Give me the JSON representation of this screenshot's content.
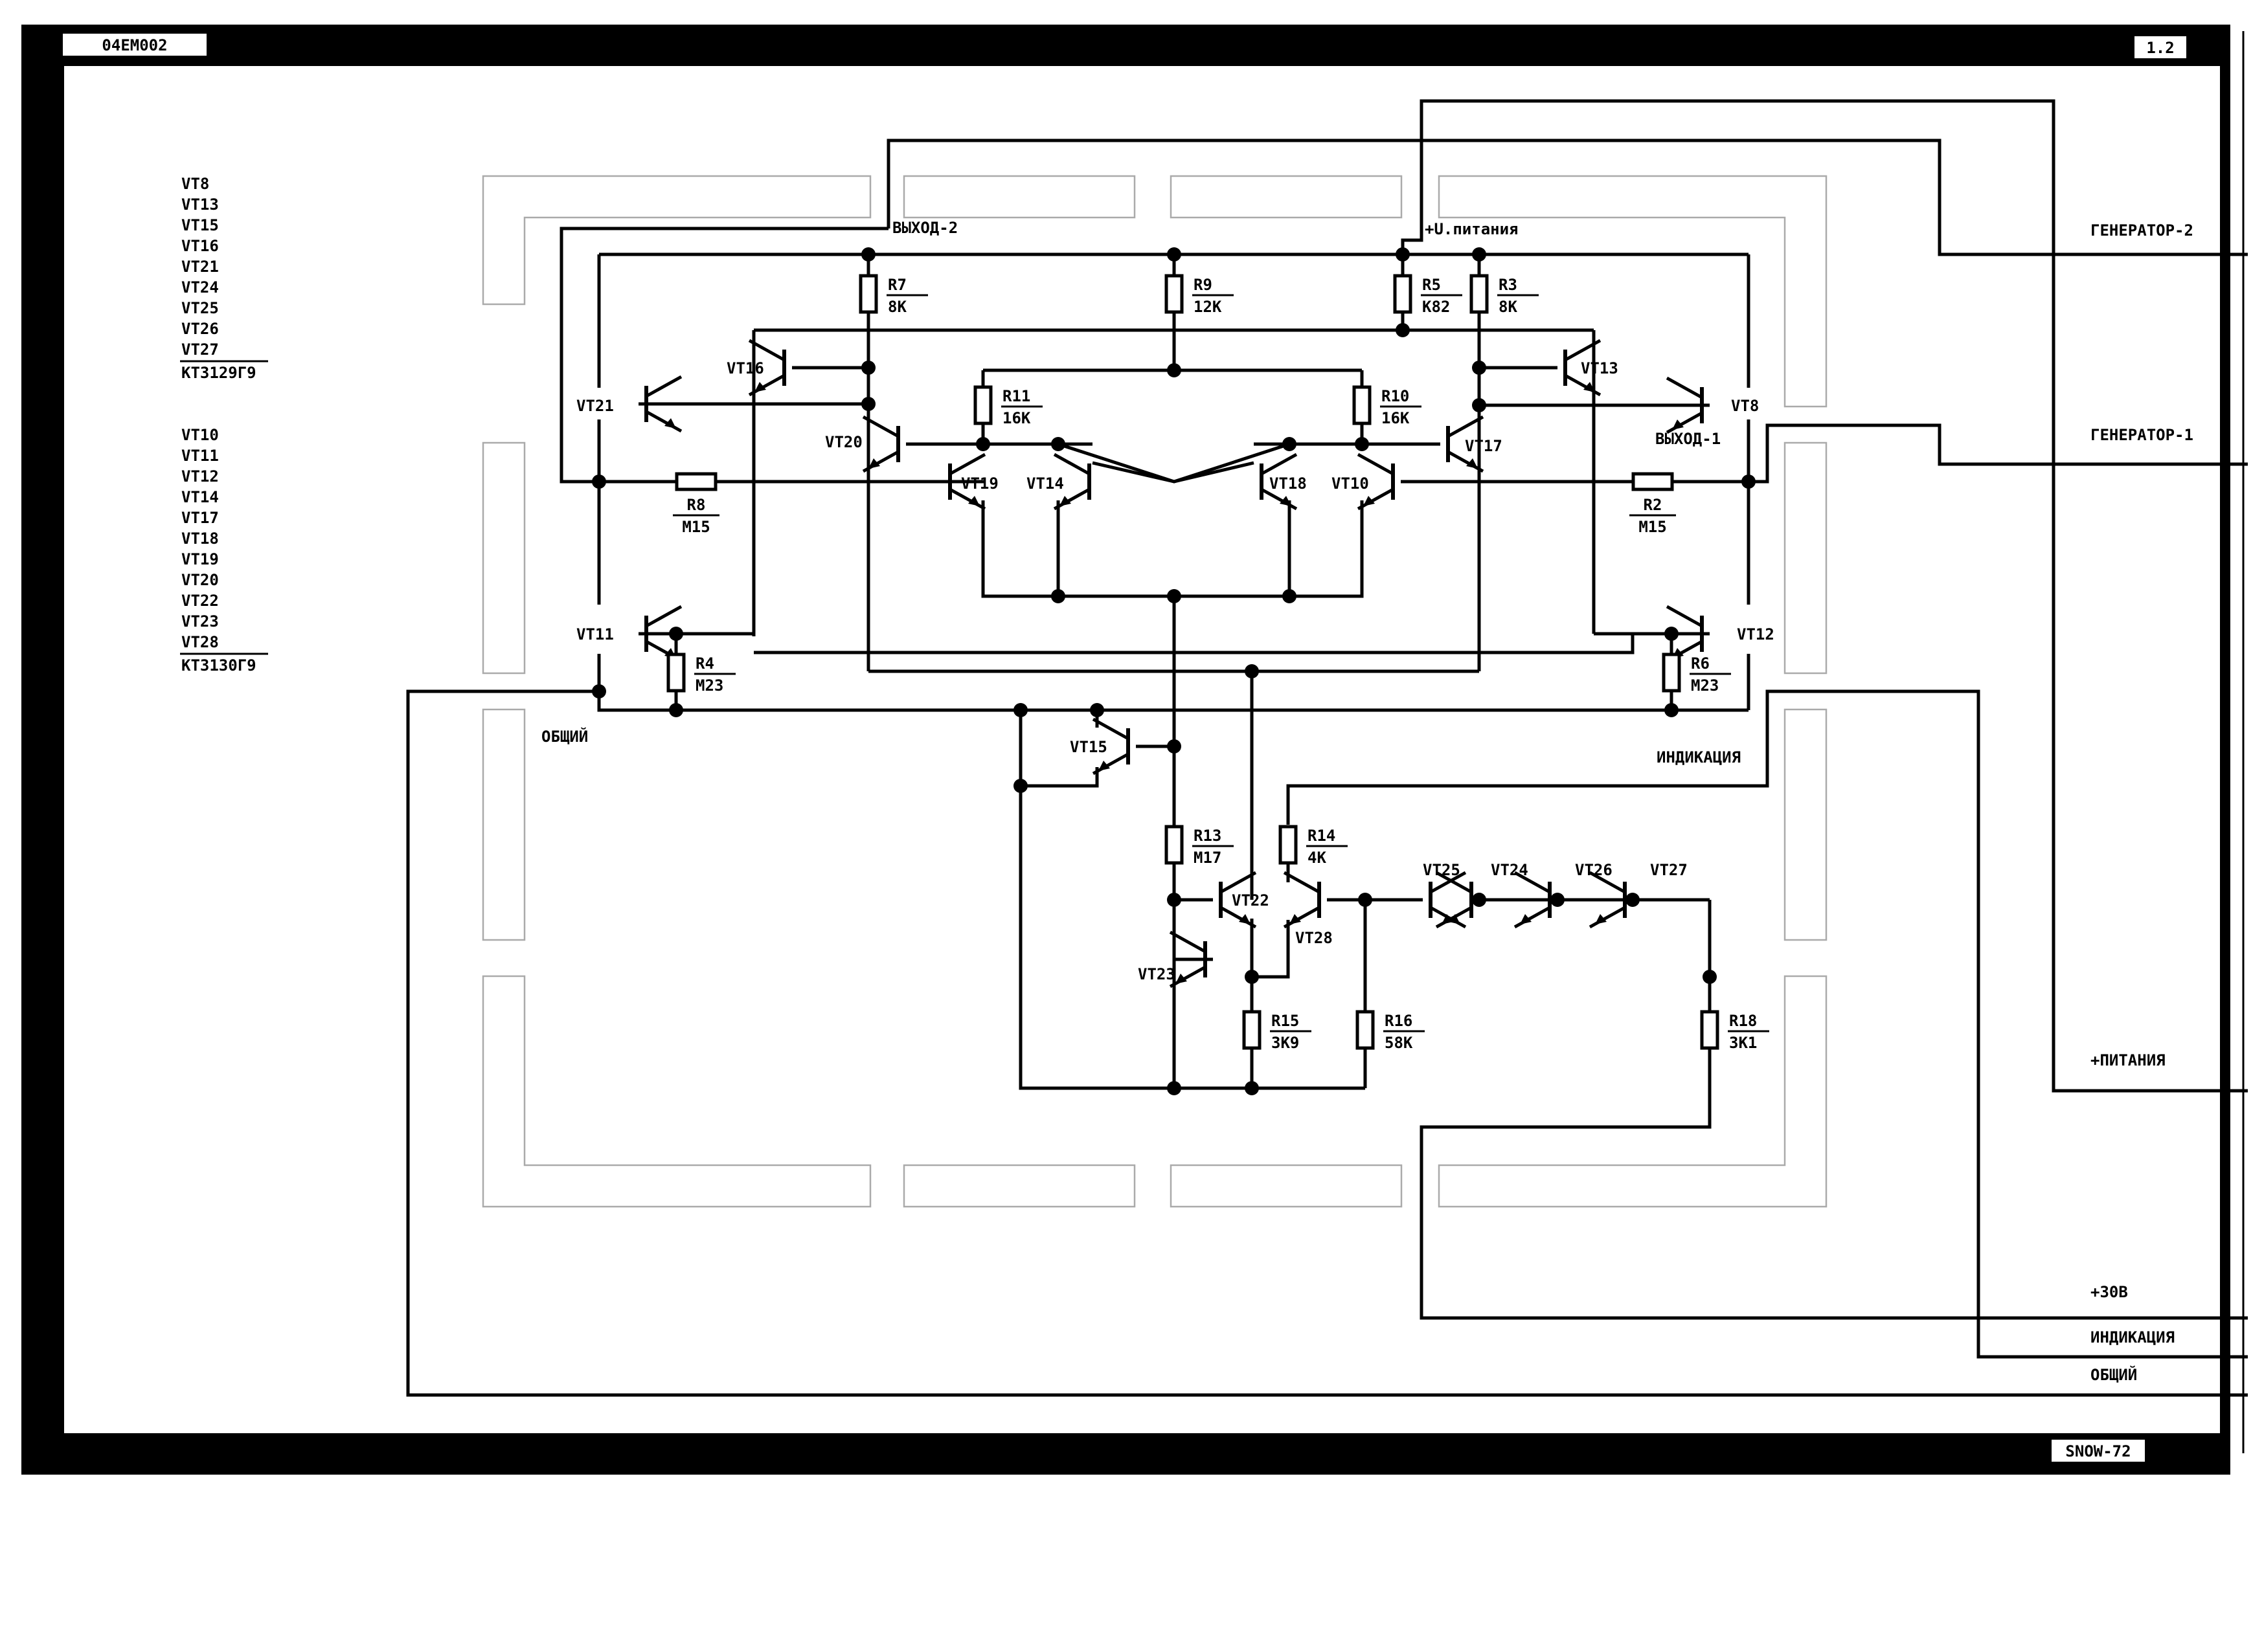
{
  "header": {
    "doc_code": "04ЕМ002",
    "sheet_no": "1.2"
  },
  "footer": {
    "stamp": "SNOW-72"
  },
  "parts_list": {
    "group1": {
      "items": [
        "VT8",
        "VT13",
        "VT15",
        "VT16",
        "VT21",
        "VT24",
        "VT25",
        "VT26",
        "VT27"
      ],
      "type": "КТ3129Г9"
    },
    "group2": {
      "items": [
        "VT10",
        "VT11",
        "VT12",
        "VT14",
        "VT17",
        "VT18",
        "VT19",
        "VT20",
        "VT22",
        "VT23",
        "VT28"
      ],
      "type": "КТ3130Г9"
    }
  },
  "connector_labels": {
    "gen2": "ГЕНЕРАТОР-2",
    "gen1": "ГЕНЕРАТОР-1",
    "plus_power": "+ПИТАНИЯ",
    "plus30": "+30В",
    "indication": "ИНДИКАЦИЯ",
    "common": "ОБЩИЙ"
  },
  "net_labels": {
    "out2": "ВЫХОД-2",
    "out1": "ВЫХОД-1",
    "supply": "+U.питания",
    "common": "ОБЩИЙ",
    "indication": "ИНДИКАЦИЯ"
  },
  "resistors": [
    {
      "ref": "R7",
      "value": "8К"
    },
    {
      "ref": "R9",
      "value": "12К"
    },
    {
      "ref": "R5",
      "value": "К82"
    },
    {
      "ref": "R3",
      "value": "8К"
    },
    {
      "ref": "R11",
      "value": "16К"
    },
    {
      "ref": "R10",
      "value": "16К"
    },
    {
      "ref": "R8",
      "value": "М15"
    },
    {
      "ref": "R2",
      "value": "М15"
    },
    {
      "ref": "R4",
      "value": "М23"
    },
    {
      "ref": "R6",
      "value": "М23"
    },
    {
      "ref": "R13",
      "value": "М17"
    },
    {
      "ref": "R14",
      "value": "4К"
    },
    {
      "ref": "R15",
      "value": "3К9"
    },
    {
      "ref": "R16",
      "value": "58К"
    },
    {
      "ref": "R18",
      "value": "3К1"
    }
  ],
  "transistors": [
    "VT21",
    "VT16",
    "VT20",
    "VT19",
    "VT14",
    "VT18",
    "VT10",
    "VT17",
    "VT13",
    "VT8",
    "VT11",
    "VT12",
    "VT15",
    "VT22",
    "VT28",
    "VT23",
    "VT25",
    "VT24",
    "VT26",
    "VT27"
  ]
}
